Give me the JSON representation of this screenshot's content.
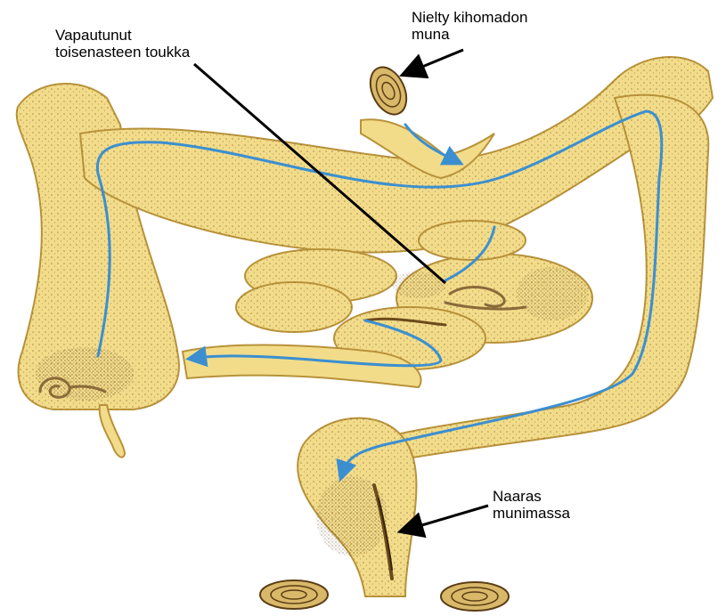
{
  "labels": {
    "larva": {
      "line1": "Vapautunut",
      "line2": "toisenasteen toukka"
    },
    "egg": {
      "line1": "Nielty kihomadon",
      "line2": "muna"
    },
    "female": {
      "line1": "Naaras",
      "line2": "munimassa"
    }
  },
  "colors": {
    "intestine_fill": "#f2dc8a",
    "intestine_outline": "#b8923a",
    "stipple": "#6b4a1c",
    "migration_path": "#3b8fd1",
    "pointer": "#000000",
    "egg_fill": "#d9b86a",
    "egg_rings": "#5a3d14",
    "worm": "#8a6a3a"
  },
  "icons": {
    "egg": "pinworm-egg-icon",
    "larva": "larva-icon",
    "female_worm": "female-worm-icon"
  }
}
